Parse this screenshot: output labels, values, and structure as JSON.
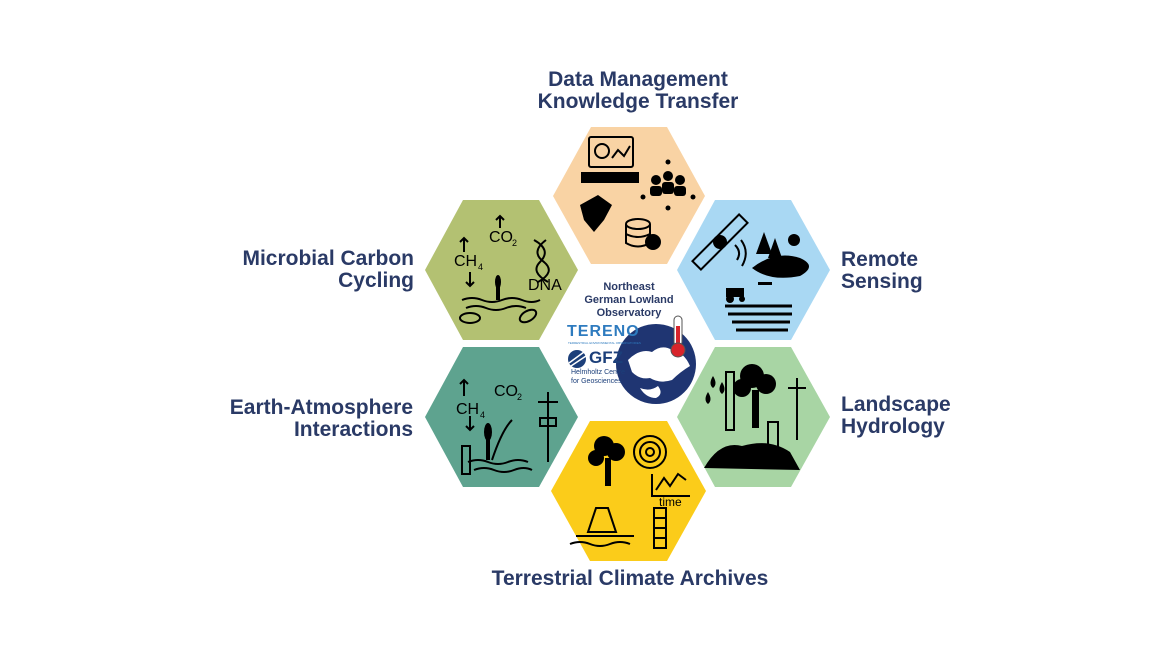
{
  "center": {
    "title_lines": [
      "Northeast",
      "German Lowland",
      "Observatory"
    ],
    "tereno": "TERENO",
    "tereno_sub": "TERRESTRIAL ENVIRONMENTAL OBSERVATORIES",
    "gfz": "GFZ",
    "gfz_sub_lines": [
      "Helmholtz Centre",
      "for Geosciences"
    ]
  },
  "segments": [
    {
      "id": "data-management",
      "label_lines": [
        "Data Management",
        "Knowledge Transfer"
      ],
      "color": "#f9d3a4"
    },
    {
      "id": "remote-sensing",
      "label_lines": [
        "Remote",
        "Sensing"
      ],
      "color": "#a9d8f3"
    },
    {
      "id": "landscape-hydrology",
      "label_lines": [
        "Landscape",
        "Hydrology"
      ],
      "color": "#a8d5a4"
    },
    {
      "id": "terrestrial-climate-archives",
      "label_lines": [
        "Terrestrial Climate Archives"
      ],
      "color": "#fbcc1a"
    },
    {
      "id": "earth-atmosphere",
      "label_lines": [
        "Earth-Atmosphere",
        "Interactions"
      ],
      "color": "#5ea38f"
    },
    {
      "id": "microbial-carbon",
      "label_lines": [
        "Microbial Carbon",
        "Cycling"
      ],
      "color": "#b3c172"
    }
  ],
  "hex_texts": {
    "co2": "CO",
    "co2_sub": "2",
    "ch4": "CH",
    "ch4_sub": "4",
    "dna": "DNA",
    "time": "time"
  },
  "colors": {
    "label": "#2a3a66",
    "map_sea": "#1f3572",
    "thermometer": "#d8242b"
  }
}
